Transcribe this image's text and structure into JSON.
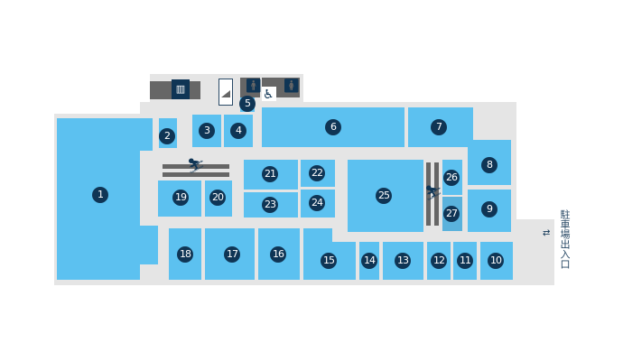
{
  "map": {
    "rooms": [
      {
        "id": "1",
        "label": "1"
      },
      {
        "id": "2",
        "label": "2"
      },
      {
        "id": "3",
        "label": "3"
      },
      {
        "id": "4",
        "label": "4"
      },
      {
        "id": "5",
        "label": "5"
      },
      {
        "id": "6",
        "label": "6"
      },
      {
        "id": "7",
        "label": "7"
      },
      {
        "id": "8",
        "label": "8"
      },
      {
        "id": "9",
        "label": "9"
      },
      {
        "id": "10",
        "label": "10"
      },
      {
        "id": "11",
        "label": "11"
      },
      {
        "id": "12",
        "label": "12"
      },
      {
        "id": "13",
        "label": "13"
      },
      {
        "id": "14",
        "label": "14"
      },
      {
        "id": "15",
        "label": "15"
      },
      {
        "id": "16",
        "label": "16"
      },
      {
        "id": "17",
        "label": "17"
      },
      {
        "id": "18",
        "label": "18"
      },
      {
        "id": "19",
        "label": "19"
      },
      {
        "id": "20",
        "label": "20"
      },
      {
        "id": "21",
        "label": "21"
      },
      {
        "id": "22",
        "label": "22"
      },
      {
        "id": "23",
        "label": "23"
      },
      {
        "id": "24",
        "label": "24"
      },
      {
        "id": "25",
        "label": "25"
      },
      {
        "id": "26",
        "label": "26"
      },
      {
        "id": "27",
        "label": "27"
      }
    ],
    "parking_entrance": "駐車場出入口",
    "parking_arrows": "⇄",
    "icons": [
      "elevator-icon",
      "stairs-icon",
      "mens-restroom-icon",
      "womens-restroom-icon",
      "accessible-restroom-icon",
      "escalator-icon"
    ],
    "colors": {
      "floor": "#e5e5e5",
      "room": "#5cc1f0",
      "marker": "#0f3555",
      "facility": "#666666"
    }
  }
}
